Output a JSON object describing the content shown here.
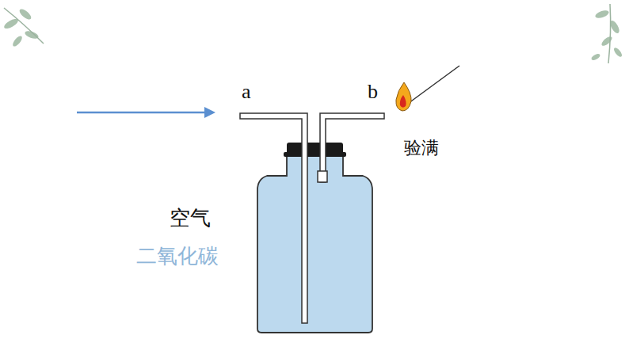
{
  "diagram": {
    "labels": [
      "a",
      "b",
      "验满",
      "空气",
      "二氧化碳"
    ]
  }
}
